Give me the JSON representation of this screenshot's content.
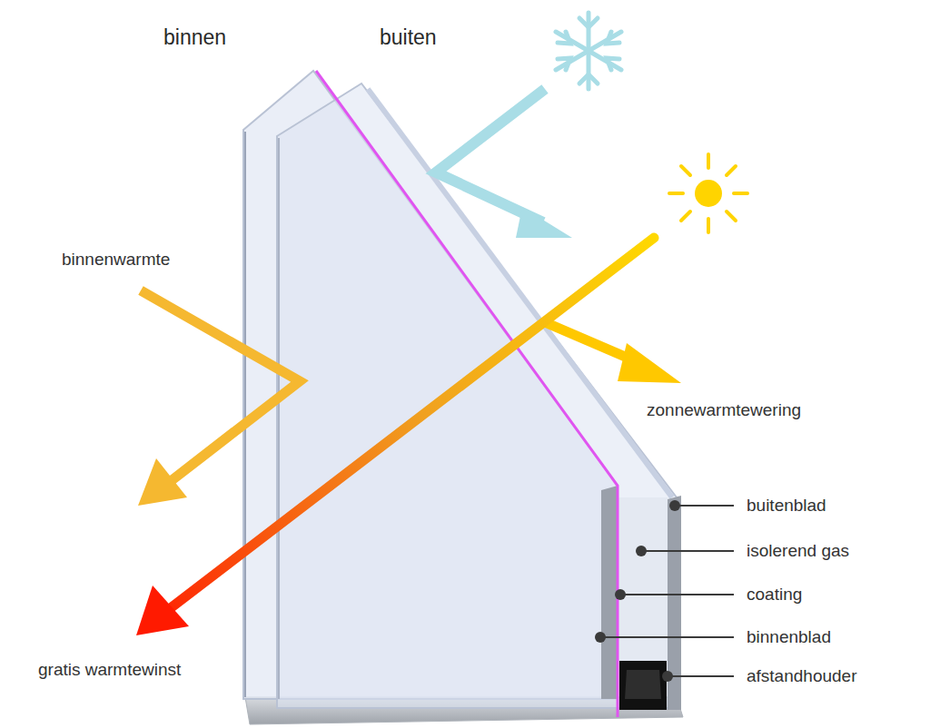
{
  "diagram": {
    "labels": [
      "binnen",
      "buiten",
      "binnenwarmte",
      "gratis warmtewinst",
      "zonnewarmtewering",
      "buitenblad",
      "isolerend gas",
      "coating",
      "binnenblad",
      "afstandhouder"
    ]
  }
}
